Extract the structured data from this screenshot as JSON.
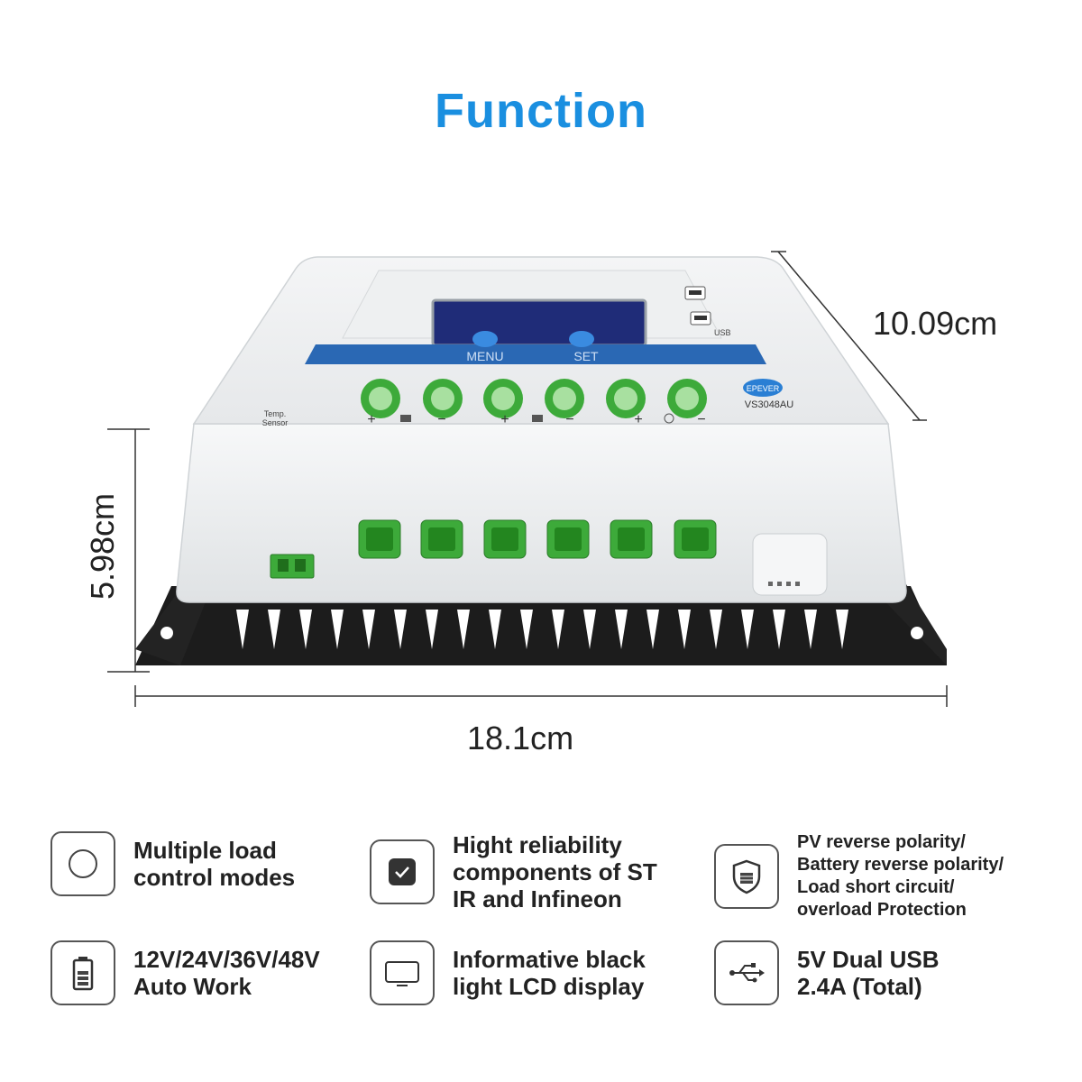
{
  "title": "Function",
  "device": {
    "menu_label": "MENU",
    "set_label": "SET",
    "sensor_label_line1": "Temp.",
    "sensor_label_line2": "Sensor",
    "model": "VS3048AU",
    "brand": "EPEVER",
    "usb_label": "USB",
    "terminal_signs": [
      "+",
      "−",
      "+",
      "−",
      "+",
      "−"
    ]
  },
  "dimensions": {
    "depth": "10.09cm",
    "height": "5.98cm",
    "width": "18.1cm"
  },
  "features": [
    {
      "icon": "circle-icon",
      "lines": [
        "Multiple load",
        "control modes"
      ]
    },
    {
      "icon": "checkmark-icon",
      "lines": [
        "Hight reliability",
        "components of ST",
        "IR and Infineon"
      ]
    },
    {
      "icon": "shield-icon",
      "lines": [
        "PV reverse polarity/",
        "Battery reverse polarity/",
        "Load short circuit/",
        "overload Protection"
      ]
    },
    {
      "icon": "battery-icon",
      "lines": [
        "12V/24V/36V/48V",
        "Auto Work"
      ]
    },
    {
      "icon": "monitor-icon",
      "lines": [
        "Informative black",
        "light LCD display"
      ]
    },
    {
      "icon": "usb-icon",
      "lines": [
        "5V Dual USB",
        "2.4A (Total)"
      ]
    }
  ],
  "colors": {
    "title": "#1a8fe0",
    "terminal_green": "#3daa3a",
    "button_blue": "#2a7fd4",
    "heatsink": "#1c1c1c",
    "lcd": "#1f2c78"
  }
}
